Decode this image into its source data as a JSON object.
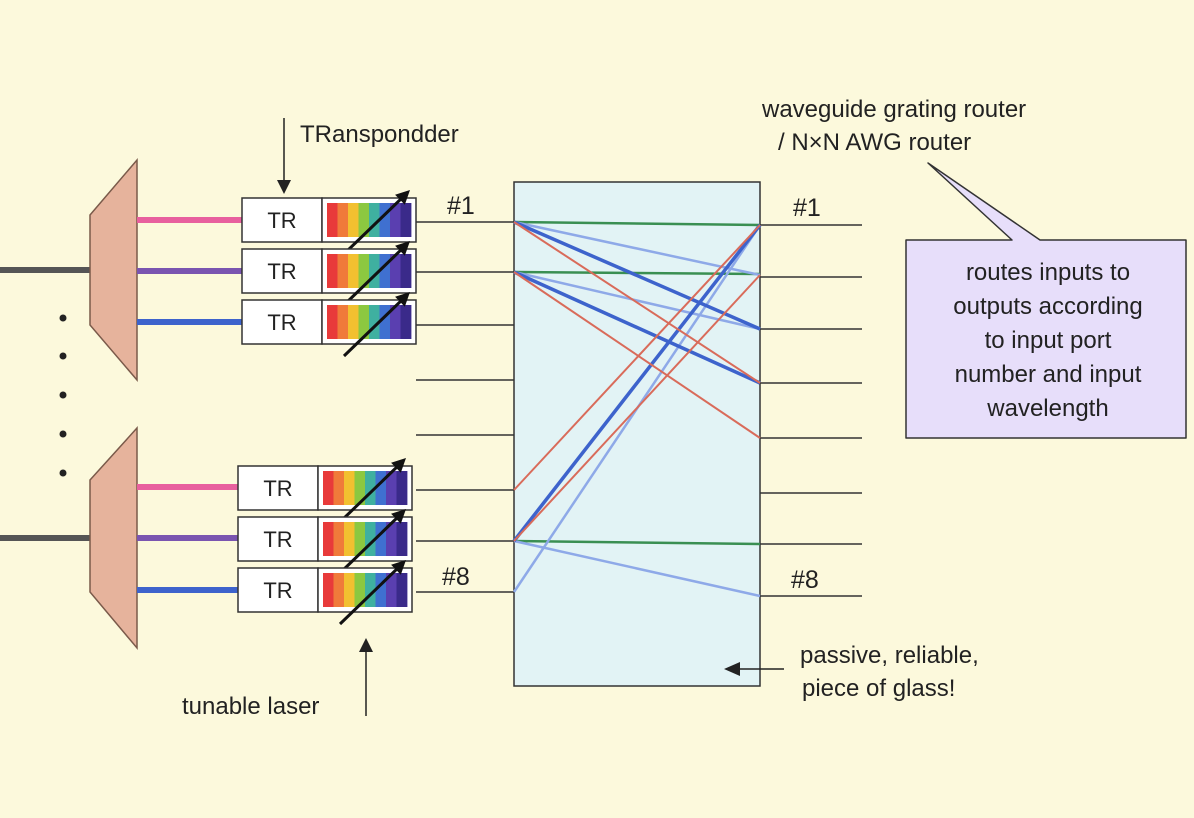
{
  "labels": {
    "transponder": "TRanspondder",
    "tunable_laser": "tunable laser",
    "router_line1": "waveguide grating router",
    "router_line2": "/ N×N AWG router",
    "passive_line1": "passive, reliable,",
    "passive_line2": "piece of glass!"
  },
  "ports": {
    "in_first": "#1",
    "in_last": "#8",
    "out_first": "#1",
    "out_last": "#8"
  },
  "transponders": {
    "label": "TR",
    "count": 6
  },
  "callout": {
    "lines": [
      "routes inputs to",
      "outputs according",
      "to input port",
      "number and input",
      "wavelength"
    ]
  },
  "colors": {
    "background": "#fcf9dc",
    "mux": "#e6b39c",
    "glass": "#e2f3f5",
    "callout": "#e7defa",
    "pink": "#e8609e",
    "violet": "#7a55b0",
    "blue": "#3d63cc",
    "green": "#3a8f52",
    "red": "#d96b5a",
    "light_blue": "#8ea9e8"
  },
  "spectrum": [
    "#e83a3a",
    "#f07a3a",
    "#f2c030",
    "#8cc840",
    "#3fb0a0",
    "#3f70d0",
    "#5a3fb0",
    "#3a2a8a"
  ]
}
